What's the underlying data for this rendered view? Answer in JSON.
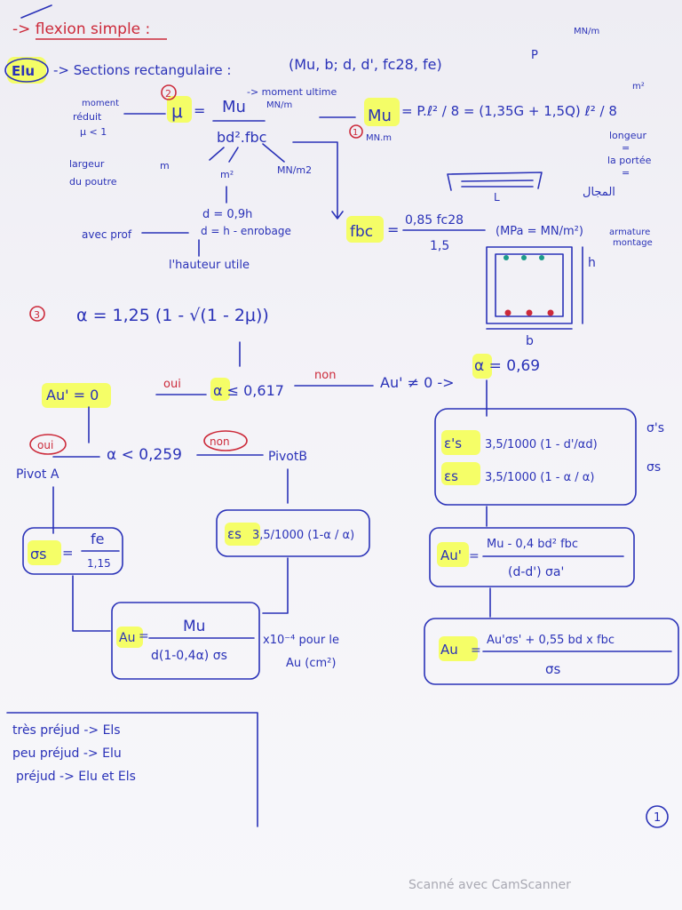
{
  "title": "-> flexion simple :",
  "elu_line": {
    "label": "Elu",
    "text": "-> Sections rectangulaire :",
    "params": "(Mu, b; d, d', fc28, fe)"
  },
  "mu": {
    "left_label_1": "moment",
    "left_label_2": "réduit",
    "left_label_3": "μ < 1",
    "step": "2",
    "symbol": "μ",
    "formula_num": "Mu",
    "formula_den": "bd².fbc",
    "moment_label": "-> moment ultime",
    "moment_unit": "MN/m",
    "under_1_a": "largeur",
    "under_1_b": "du poutre",
    "under_m": "m",
    "under_m2": "m²",
    "under_mn": "MN/m2"
  },
  "mu_ultimate": {
    "step": "1",
    "symbol": "Mu",
    "unit": "MN.m",
    "eq": "= P.ℓ² / 8 = (1,35G + 1,5Q) ℓ² / 8",
    "top_unit": "MN/m",
    "p_label": "P",
    "m2": "m²",
    "portee_1": "longeur",
    "portee_2": "=",
    "portee_3": "la portée",
    "portee_4": "=",
    "arabic": "المجال",
    "beam_label": "L"
  },
  "depth": {
    "d_eq": "d = 0,9h",
    "d_alt": "d = h - enrobage",
    "with_prof": "avec prof",
    "util": "l'hauteur utile"
  },
  "fbc": {
    "symbol": "fbc",
    "num": "0,85 fc28",
    "den": "1,5",
    "unit": "(MPa = MN/m²)"
  },
  "section_fig": {
    "top_label_1": "armature",
    "top_label_2": "montage",
    "h": "h",
    "b": "b"
  },
  "alpha": {
    "step": "3",
    "formula": "α = 1,25 (1 - √(1 - 2μ))"
  },
  "decision1": {
    "left": "Au' = 0",
    "oui": "oui",
    "cond": "α ≤ 0,617",
    "non": "non",
    "mid": "Au' ≠ 0 ->",
    "right": "α = 0,69"
  },
  "decision2": {
    "oui": "oui",
    "cond": "α < 0,259",
    "non": "non",
    "pivot_a": "Pivot A",
    "pivot_b": "PivotB"
  },
  "boxes": {
    "sigma_s": {
      "symbol": "σs",
      "num": "fe",
      "den": "1,15"
    },
    "eps_b": {
      "symbol": "εs",
      "eq": "3,5/1000 (1-α / α)"
    },
    "au": {
      "symbol": "Au",
      "num": "Mu",
      "den": "d(1-0,4α) σs",
      "note1": "x10⁻⁴ pour le",
      "note2": "Au (cm²)"
    },
    "eps_right_1": {
      "symbol": "ε's",
      "eq": "3,5/1000 (1 - d'/αd)",
      "side": "σ's"
    },
    "eps_right_2": {
      "symbol": "εs",
      "eq": "3,5/1000 (1 - α / α)",
      "side": "σs"
    },
    "au_prime": {
      "symbol": "Au'",
      "num": "Mu - 0,4 bd² fbc",
      "den": "(d-d') σa'"
    },
    "au_final": {
      "symbol": "Au",
      "num": "Au'σs' + 0,55  bd x fbc",
      "den": "σs"
    }
  },
  "legend": [
    "très préjud -> Els",
    "peu préjud -> Elu",
    "préjud -> Elu et Els"
  ],
  "page_number": "1",
  "footer": "Scanné avec CamScanner",
  "colors": {
    "ink": "#2a32b8",
    "red": "#cc2a3a",
    "highlight": "#f4ff4d"
  }
}
